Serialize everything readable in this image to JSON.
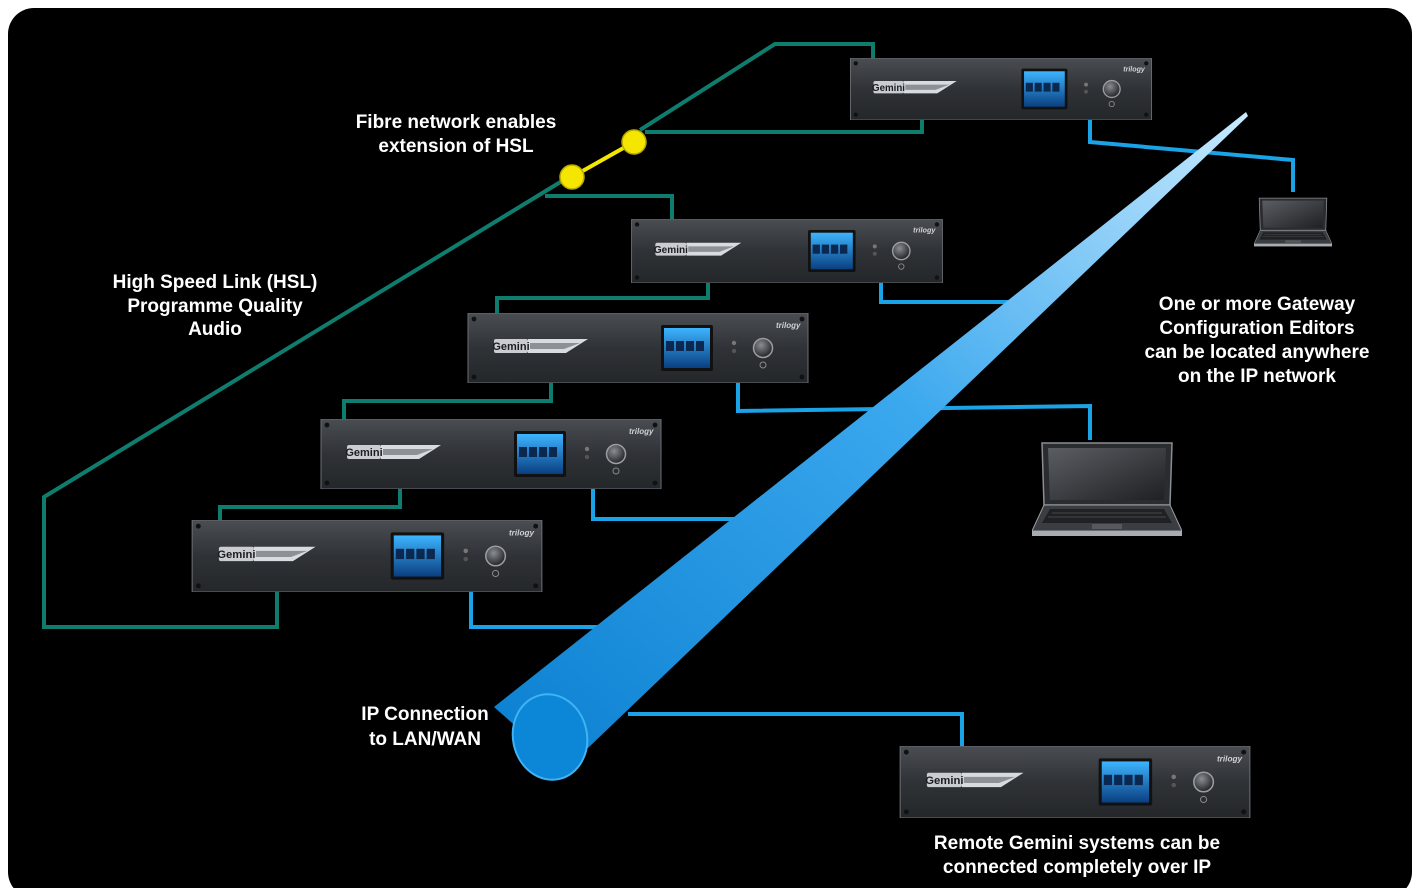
{
  "labels": {
    "fibre_line1": "Fibre network enables",
    "fibre_line2": "extension of HSL",
    "hsl_line1": "High Speed Link (HSL)",
    "hsl_line2": "Programme Quality",
    "hsl_line3": "Audio",
    "gce_line1": "One or more Gateway",
    "gce_line2": "Configuration Editors",
    "gce_line3": "can be located anywhere",
    "gce_line4": "on the IP network",
    "ip_line1": "IP Connection",
    "ip_line2": "to LAN/WAN",
    "remote_line1": "Remote Gemini systems can be",
    "remote_line2": "connected completely over IP"
  },
  "unit": {
    "brand": "Gemini",
    "maker": "trilogy"
  },
  "colors": {
    "background": "#000000",
    "hsl_link": "#0f7d6e",
    "ip_link": "#1aa3e6",
    "fibre_node": "#f5e600",
    "text": "#ffffff"
  },
  "icons": [
    "gemini-unit-icon",
    "laptop-icon",
    "ip-tube-icon",
    "fibre-node-icon"
  ]
}
